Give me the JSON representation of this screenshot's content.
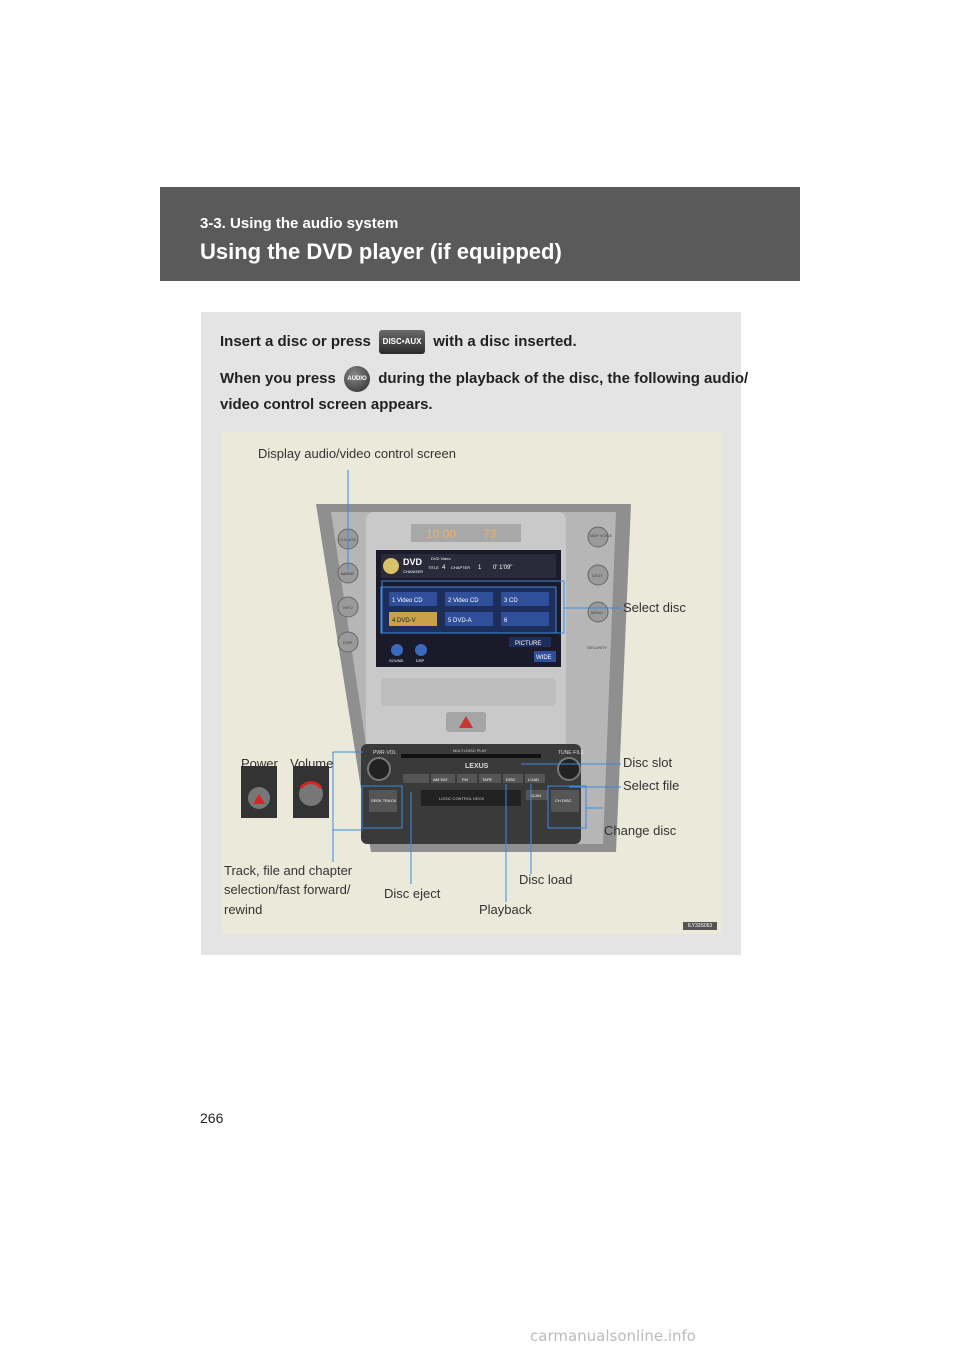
{
  "header": {
    "section": "3-3. Using the audio system",
    "title": "Using the DVD player (if equipped)"
  },
  "intro": {
    "line1_a": "Insert a disc or press",
    "line1_b": "with a disc inserted.",
    "line2_a": "When you press",
    "line2_b": "during the playback of the disc, the following audio/",
    "line3": "video control screen appears.",
    "disc_button_label": "DISC•AUX",
    "audio_button_label": "AUDIO"
  },
  "callouts": {
    "display_av": "Display audio/video control screen",
    "select_disc": "Select disc",
    "power": "Power",
    "volume": "Volume",
    "disc_slot": "Disc slot",
    "select_file": "Select file",
    "change_disc": "Change disc",
    "track_1": "Track, file and chapter",
    "track_2": "selection/fast forward/",
    "track_3": "rewind",
    "disc_eject": "Disc eject",
    "disc_load": "Disc load",
    "playback": "Playback"
  },
  "screen": {
    "brand": "DVD",
    "sub": "CHANGER",
    "mode": "DVD Video",
    "title_label": "TITLE",
    "title_num": "4",
    "chapter_label": "CHAPTER",
    "chapter_num": "1",
    "time": "0'  1'09\"",
    "discs": [
      "1 Video CD",
      "2 Video CD",
      "3 CD",
      "4 DVD-V",
      "5 DVD-A",
      "6"
    ],
    "picture": "PICTURE",
    "wide": "WIDE",
    "sound": "SOUND",
    "dsp": "DSP",
    "clock": "10:00",
    "temp": "73"
  },
  "unit_buttons": {
    "left": [
      "CLIMATE",
      "AUDIO",
      "INFO",
      "DISP"
    ],
    "right": [
      "MAP VOICE",
      "DEST",
      "MENU",
      "SECURITY"
    ],
    "pwr_vol": "PWR·VOL",
    "tune_file": "TUNE·FILE",
    "lexus": "LEXUS",
    "multi": "MULTI-DISC PLAY",
    "row": [
      "AM·SAT",
      "FM",
      "TAPE",
      "DISC",
      "LOAD"
    ],
    "seek": "SEEK TRACK",
    "ch_disc": "CH DISC",
    "deck": "LOGIC CONTROL DECK",
    "scan": "SCAN"
  },
  "image_code": "ILY33S063",
  "page_number": "266",
  "footer": "carmanualsonline.info"
}
